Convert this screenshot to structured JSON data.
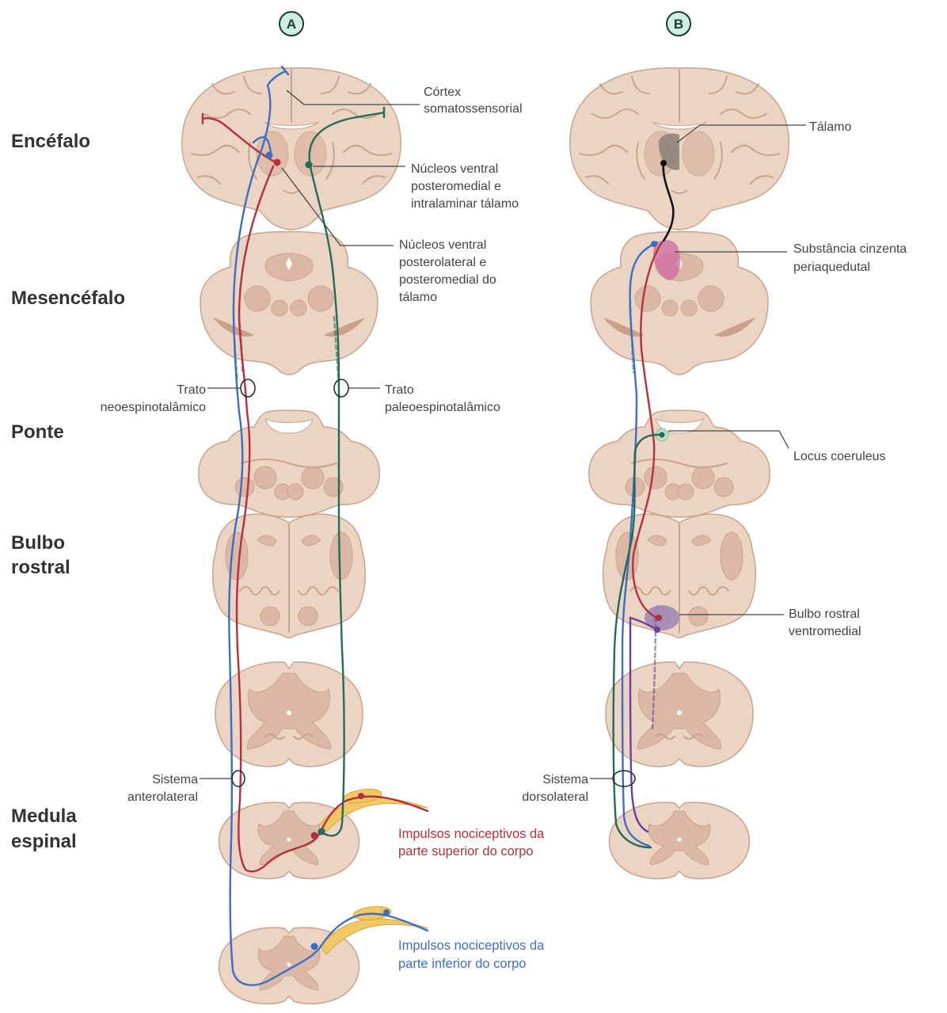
{
  "panels": {
    "a": "A",
    "b": "B"
  },
  "levels": {
    "encefalo": "Encéfalo",
    "mesencefalo": "Mesencéfalo",
    "ponte": "Ponte",
    "bulbo_line1": "Bulbo",
    "bulbo_line2": "rostral",
    "medula_line1": "Medula",
    "medula_line2": "espinal"
  },
  "labels_a": {
    "cortex_1": "Córtex",
    "cortex_2": "somatossensorial",
    "nvpm_1": "Núcleos ventral",
    "nvpm_2": "posteromedial e",
    "nvpm_3": "intralaminar tálamo",
    "nvpl_1": "Núcleos ventral",
    "nvpl_2": "posterolateral e",
    "nvpl_3": "posteromedial do",
    "nvpl_4": "tálamo",
    "neo_1": "Trato",
    "neo_2": "neoespinotalâmico",
    "paleo_1": "Trato",
    "paleo_2": "paleoespinotalâmico",
    "antero_1": "Sistema",
    "antero_2": "anterolateral",
    "sup_1": "Impulsos nociceptivos da",
    "sup_2": "parte superior do corpo",
    "inf_1": "Impulsos nociceptivos da",
    "inf_2": "parte inferior do corpo"
  },
  "labels_b": {
    "talamo": "Tálamo",
    "pag_1": "Substância cinzenta",
    "pag_2": "periaquedutal",
    "locus": "Locus coeruleus",
    "bulbo_1": "Bulbo rostral",
    "bulbo_2": "ventromedial",
    "dorso_1": "Sistema",
    "dorso_2": "dorsolateral"
  },
  "colors": {
    "red_pathway": "#b5303f",
    "blue_pathway": "#3c6fc4",
    "green_pathway": "#236b56",
    "purple_pathway": "#6b3fa0",
    "tissue": "#ecd4c2",
    "badge": "#cfeee0"
  }
}
